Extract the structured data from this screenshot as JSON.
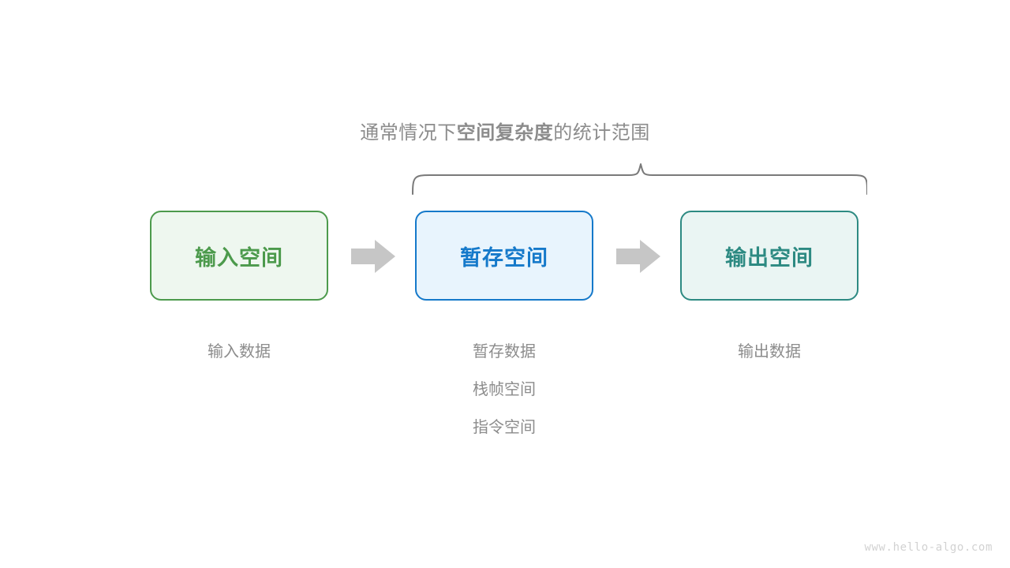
{
  "diagram": {
    "caption": {
      "prefix": "通常情况下",
      "emphasis": "空间复杂度",
      "suffix": "的统计范围"
    },
    "brace": {
      "label": "scope-brace",
      "color": "#7a7a7a"
    },
    "stages": [
      {
        "id": "input",
        "box_label": "输入空间",
        "border_color": "#4c9a4c",
        "fill_color": "#eef7ef",
        "text_color": "#4c9a4c",
        "items": [
          "输入数据"
        ]
      },
      {
        "id": "temp",
        "box_label": "暂存空间",
        "border_color": "#1579ca",
        "fill_color": "#e8f4fd",
        "text_color": "#1579ca",
        "items": [
          "暂存数据",
          "栈帧空间",
          "指令空间"
        ]
      },
      {
        "id": "output",
        "box_label": "输出空间",
        "border_color": "#2d8a82",
        "fill_color": "#eaf5f3",
        "text_color": "#2d8a82",
        "items": [
          "输出数据"
        ]
      }
    ],
    "arrows": [
      {
        "id": "arrow-input-to-temp",
        "icon": "right-arrow-icon",
        "color": "#c6c6c6"
      },
      {
        "id": "arrow-temp-to-output",
        "icon": "right-arrow-icon",
        "color": "#c6c6c6"
      }
    ],
    "watermark": "www.hello-algo.com",
    "label_color": "#8c8c8c",
    "background_color": "#ffffff"
  }
}
